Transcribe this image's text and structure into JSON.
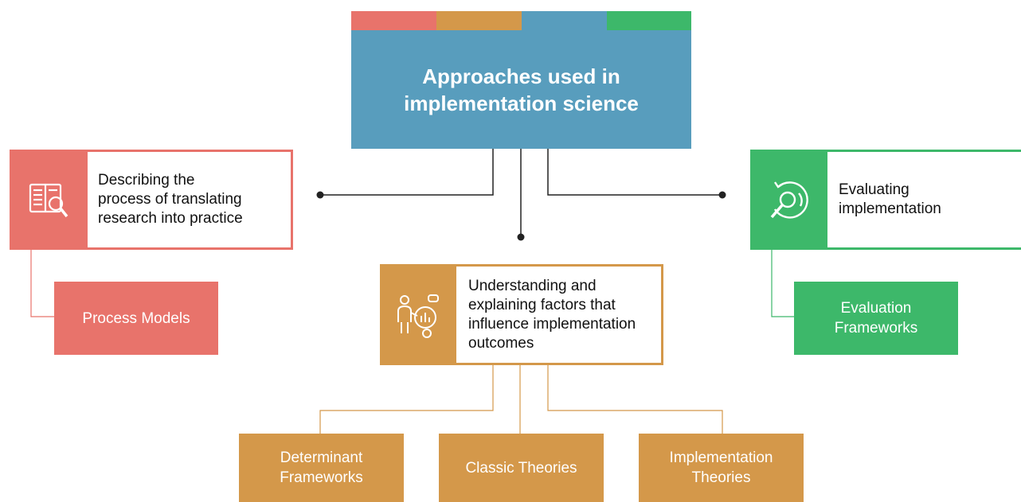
{
  "colors": {
    "red": "#e8736b",
    "orange": "#d4984a",
    "blue": "#589dbd",
    "green": "#3db86a",
    "connector": "#222222"
  },
  "title": {
    "line1": "Approaches used in",
    "line2": "implementation science"
  },
  "categories": [
    {
      "id": "describing",
      "icon": "book-magnifier-icon",
      "lines": [
        "Describing the",
        "process of translating",
        "research into practice"
      ],
      "leaves": [
        {
          "lines": [
            "Process Models"
          ]
        }
      ]
    },
    {
      "id": "understanding",
      "icon": "analyst-chart-icon",
      "lines": [
        "Understanding and",
        "explaining factors that",
        "influence implementation",
        "outcomes"
      ],
      "leaves": [
        {
          "lines": [
            "Determinant",
            "Frameworks"
          ]
        },
        {
          "lines": [
            "Classic Theories"
          ]
        },
        {
          "lines": [
            "Implementation",
            "Theories"
          ]
        }
      ]
    },
    {
      "id": "evaluating",
      "icon": "evaluation-cycle-icon",
      "lines": [
        "Evaluating",
        "implementation"
      ],
      "leaves": [
        {
          "lines": [
            "Evaluation",
            "Frameworks"
          ]
        }
      ]
    }
  ]
}
